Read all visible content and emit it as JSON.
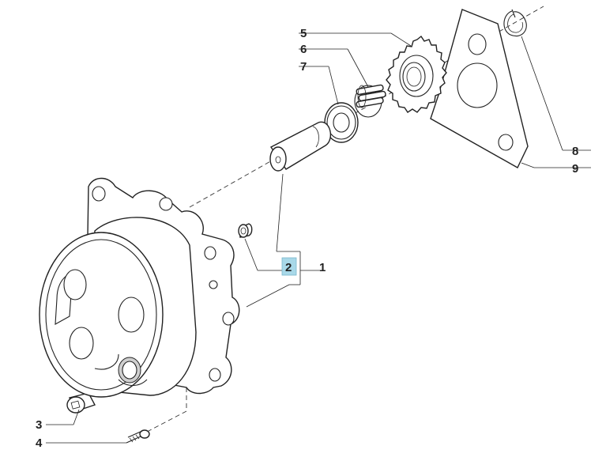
{
  "callouts": {
    "c1": "1",
    "c2": "2",
    "c3": "3",
    "c4": "4",
    "c5": "5",
    "c6": "6",
    "c7": "7",
    "c8": "8",
    "c9": "9"
  },
  "colors": {
    "highlight_box": "#a8d8e8",
    "line": "#222222",
    "background": "#ffffff"
  }
}
